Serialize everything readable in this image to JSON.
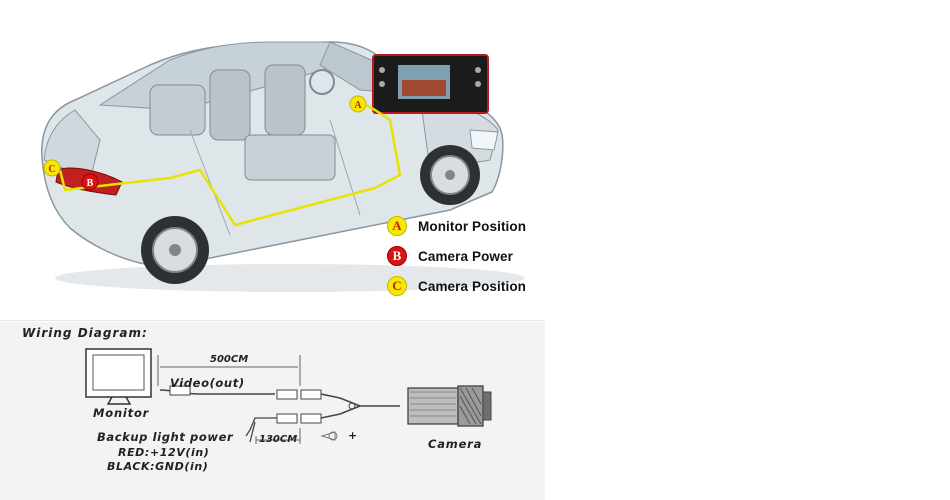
{
  "legend": [
    {
      "marker": "A",
      "label": "Monitor Position",
      "color": "#f6e900"
    },
    {
      "marker": "B",
      "label": "Camera Power",
      "color": "#d71515"
    },
    {
      "marker": "C",
      "label": "Camera Position",
      "color": "#f6e900"
    }
  ],
  "car_markers": {
    "a": "A",
    "b": "B",
    "c": "C"
  },
  "wiring": {
    "title": "Wiring Diagram:",
    "monitor_label": "Monitor",
    "cable_length": "500CM",
    "video_label": "Video(out)",
    "backup_label": "Backup light power",
    "short_cable_length": "130CM",
    "red_label": "RED:+12V(in)",
    "black_label": "BLACK:GND(in)",
    "camera_label": "Camera",
    "plus_sign": "+"
  },
  "icons": [
    "car-illustration",
    "monitor-icon",
    "camera-icon",
    "connector-icon",
    "in-dash-monitor-icon"
  ],
  "colors": {
    "wiring_route": "#e8e200",
    "marker_yellow": "#f6e900",
    "marker_red": "#d71515"
  }
}
